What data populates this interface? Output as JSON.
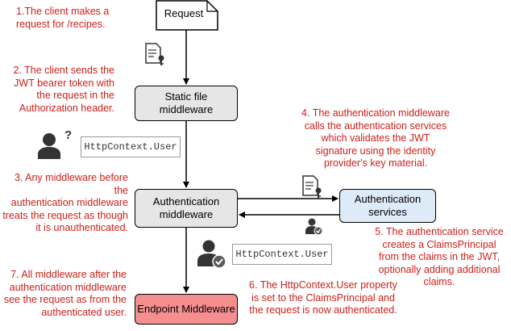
{
  "nodes": {
    "request": "Request",
    "static_file": "Static file\nmiddleware",
    "authentication": "Authentication\nmiddleware",
    "auth_services": "Authentication\nservices",
    "endpoint": "Endpoint Middleware"
  },
  "code_labels": {
    "context_user_1": "HttpContext.User",
    "context_user_2": "HttpContext.User"
  },
  "question_mark": "?",
  "notes": {
    "n1": "1.The client makes a\nrequest for /recipes.",
    "n2": "2. The client sends the\nJWT bearer token with\nthe request in the\nAuthorization header.",
    "n3": "3. Any middleware before the\nauthentication middleware\ntreats the request as though\nit is unauthenticated.",
    "n4": "4. The authentication middleware\ncalls the authentication services\nwhich validates the JWT\nsignature using the identity\nprovider's key material.",
    "n5": "5. The authentication service\ncreates a ClaimsPrincipal\nfrom the claims in the JWT,\noptionally adding additional\nclaims.",
    "n6": "6. The HttpContext.User property\nis set to the ClaimsPrincipal and\nthe request is now authenticated.",
    "n7": "7. All middleware after the\nauthentication middleware\nsee the request as from the\nauthenticated user."
  },
  "colors": {
    "annotation": "#cc1f1a",
    "middleware_fill": "#e6e6e6",
    "services_fill": "#ddeaf7",
    "endpoint_fill": "#f58f8f",
    "person_icon": "#333333",
    "check_badge": "#5a5a5a"
  },
  "icons": [
    "document-key-icon",
    "person-icon",
    "question-icon",
    "person-check-icon"
  ]
}
